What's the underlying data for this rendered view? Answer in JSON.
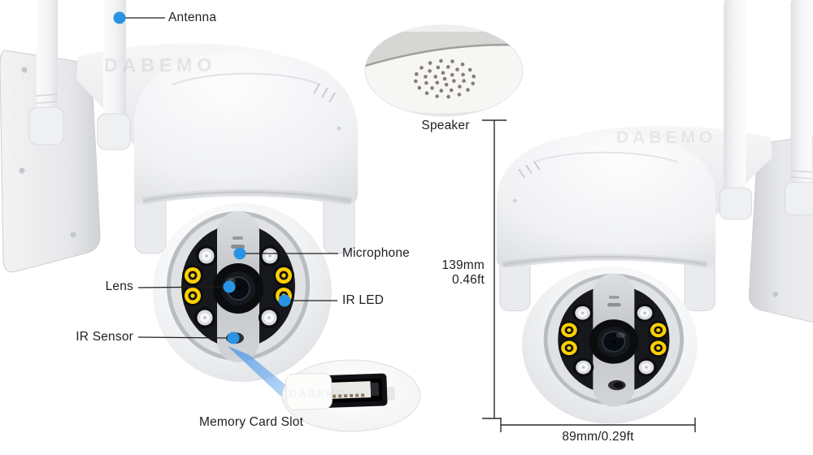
{
  "callouts": {
    "antenna": "Antenna",
    "speaker": "Speaker",
    "microphone": "Microphone",
    "lens": "Lens",
    "ir_led": "IR LED",
    "ir_sensor": "IR Sensor",
    "memory_card_slot": "Memory Card Slot"
  },
  "dimensions": {
    "height_mm": "139mm",
    "height_ft": "0.46ft",
    "width": "89mm/0.29ft"
  },
  "watermark": "DABEMO",
  "colors": {
    "callout_dot": "#2b93e3",
    "leader_line": "#1f1f1f",
    "label_text": "#1f1f21",
    "beam_blue": "#5aa0e8",
    "led_yellow": "#ffd000",
    "body_white": "#f6f7f8",
    "face_dark": "#17181b"
  }
}
